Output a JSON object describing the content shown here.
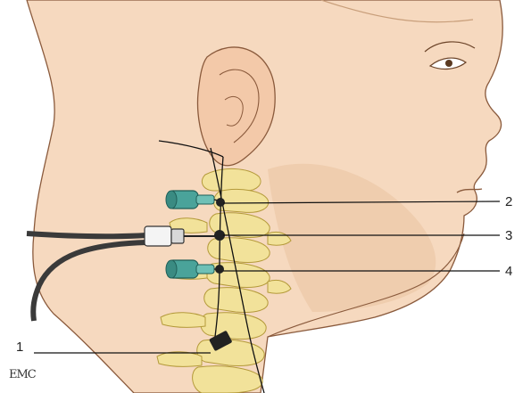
{
  "labels": {
    "one": "1",
    "two": "2",
    "three": "3",
    "four": "4"
  },
  "logo": "EMC",
  "colors": {
    "skin": "#f6d9bf",
    "skin_shadow": "#eac3a1",
    "outline": "#8a5a3c",
    "vertebra": "#f2e29a",
    "vertebra_outline": "#b49a3a",
    "needle_hub": "#4aa39a",
    "cable": "#3a3a3a",
    "line": "#111111"
  }
}
